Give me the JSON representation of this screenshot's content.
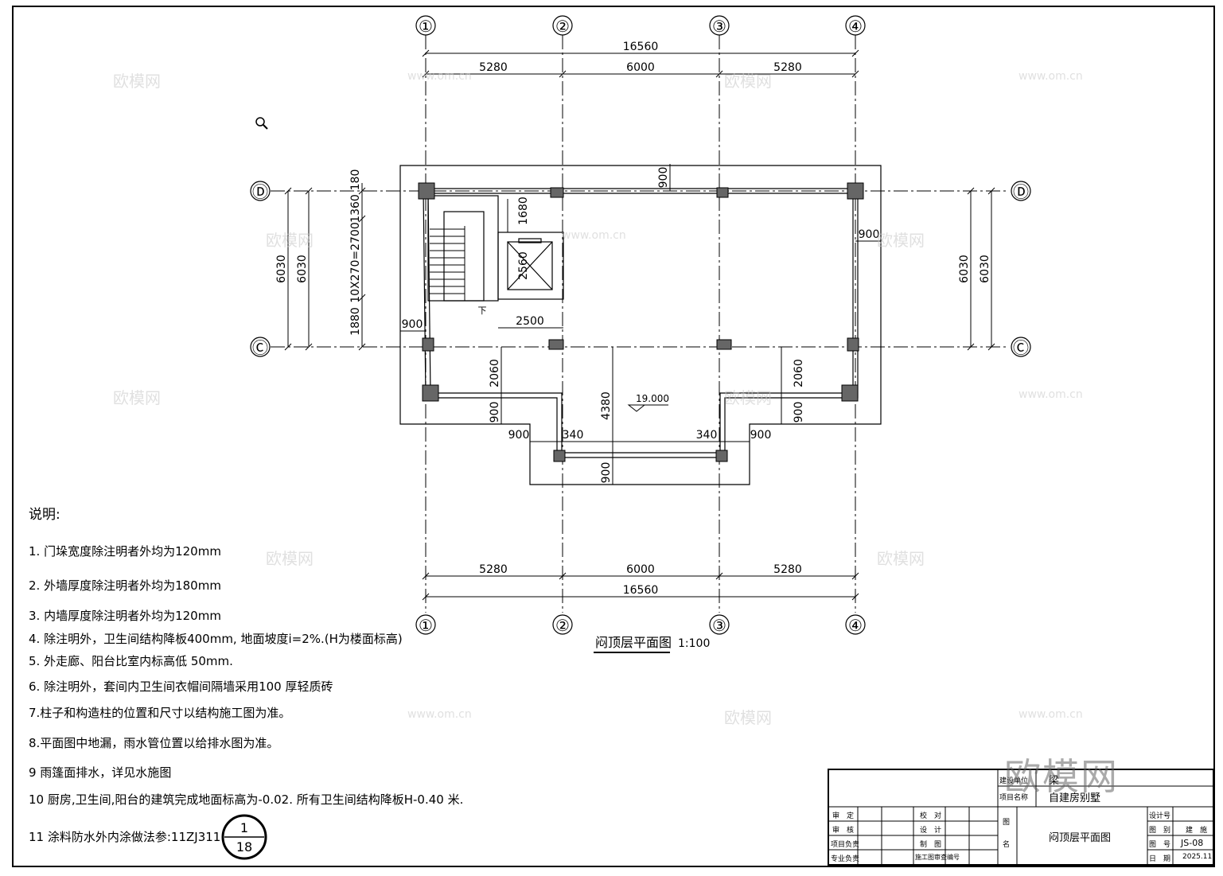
{
  "drawing": {
    "grid_cols": [
      "①",
      "②",
      "③",
      "④"
    ],
    "grid_rows": [
      "Ⓓ",
      "Ⓒ"
    ],
    "dims": {
      "overall": "16560",
      "bay_a": "5280",
      "bay_b": "6000",
      "bay_c": "5280",
      "depth": "6030",
      "depth_inner": "6030",
      "right_depth": "6030",
      "right_depth_inner": "6030",
      "top_overhang": "900",
      "right_overhang": "900",
      "left_overhang": "900",
      "stair_top": "180",
      "stair_1360": "1360",
      "stair_run": "10X270=2700",
      "stair_1880": "1880",
      "elev_1680": "1680",
      "elev_2560": "2560",
      "stair_width": "2500",
      "left_2060": "2060",
      "right_2060": "2060",
      "left_900v": "900",
      "right_900v": "900",
      "bottom_900_left": "900",
      "bottom_340_left": "340",
      "bottom_340_right": "340",
      "bottom_900_right": "900",
      "center_4380": "4380",
      "bottom_900_center": "900",
      "level": "19.000",
      "stair_down": "下"
    },
    "title": "闷顶层平面图",
    "scale": "1:100"
  },
  "notes": {
    "heading": "说明:",
    "lines": [
      "1. 门垛宽度除注明者外均为120mm",
      "2. 外墙厚度除注明者外均为180mm",
      "3. 内墙厚度除注明者外均为120mm",
      "4. 除注明外，卫生间结构降板400mm, 地面坡度i=2%.(H为楼面标高)",
      "5. 外走廊、阳台比室内标高低 50mm.",
      "6. 除注明外，套间内卫生间衣帽间隔墙采用100 厚轻质砖",
      "7.柱子和构造柱的位置和尺寸以结构施工图为准。",
      "8.平面图中地漏，雨水管位置以给排水图为准。",
      "9  雨篷面排水，详见水施图",
      "10 厨房,卫生间,阳台的建筑完成地面标高为-0.02. 所有卫生间结构降板H-0.40 米.",
      "11 涂料防水外内涂做法参:11ZJ311"
    ],
    "ref_top": "1",
    "ref_bottom": "18"
  },
  "title_block": {
    "unit_label": "建设单位",
    "unit_value": "梁",
    "project_label": "项目名称",
    "project_value": "自建房别墅",
    "r1a": "审　定",
    "r2a": "审　核",
    "r3a": "项目负责",
    "r4a": "专业负责",
    "r1b": "校　对",
    "r2b": "设　计",
    "r3b": "制　图",
    "r4b": "施工图审查编号",
    "tu": "图",
    "ming": "名",
    "drawing_name": "闷顶层平面图",
    "design_no_label": "设计号",
    "type_label": "图　别",
    "type_value": "建　施",
    "no_label": "图　号",
    "no_value": "JS-08",
    "date_label": "日　期",
    "date_value": "2025.11"
  },
  "watermark": {
    "brand": "欧模网",
    "url": "www.om.cn"
  },
  "icons": {
    "zoom": "magnifier-icon"
  }
}
